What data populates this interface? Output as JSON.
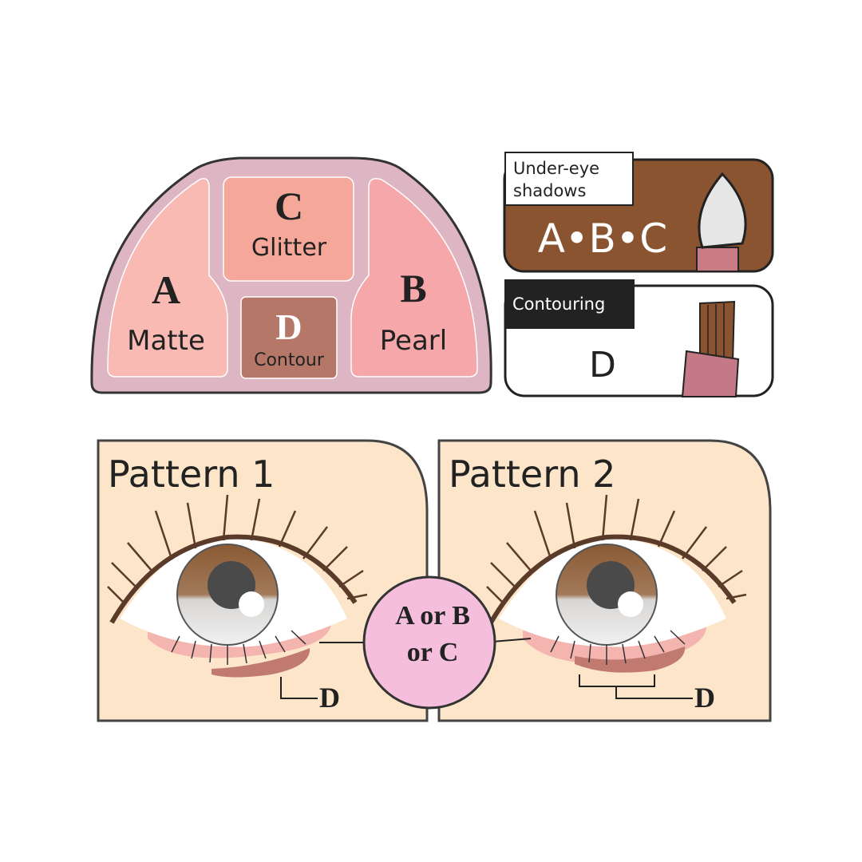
{
  "palette": {
    "pans": [
      {
        "letter": "A",
        "label": "Matte",
        "color": "#f8bab3"
      },
      {
        "letter": "B",
        "label": "Pearl",
        "color": "#f6a7aa"
      },
      {
        "letter": "C",
        "label": "Glitter",
        "color": "#f5a899"
      },
      {
        "letter": "D",
        "label": "Contour",
        "color": "#b57868"
      }
    ],
    "frame_color": "#deb5c2"
  },
  "under_eye": {
    "title": "Under-eye shadows",
    "title_line1": "Under-eye",
    "title_line2": "shadows",
    "letters": "A•B•C",
    "color": "#8a5430"
  },
  "contouring": {
    "title": "Contouring",
    "letter": "D"
  },
  "patterns": [
    {
      "title": "Pattern 1",
      "label": "D"
    },
    {
      "title": "Pattern 2",
      "label": "D"
    }
  ],
  "callout": {
    "line1": "A or B",
    "line2": "or C",
    "color": "#f5bedc"
  },
  "colors": {
    "skin": "#fde5c9",
    "iris": "#8a5a33",
    "lid": "#5a3a28"
  }
}
